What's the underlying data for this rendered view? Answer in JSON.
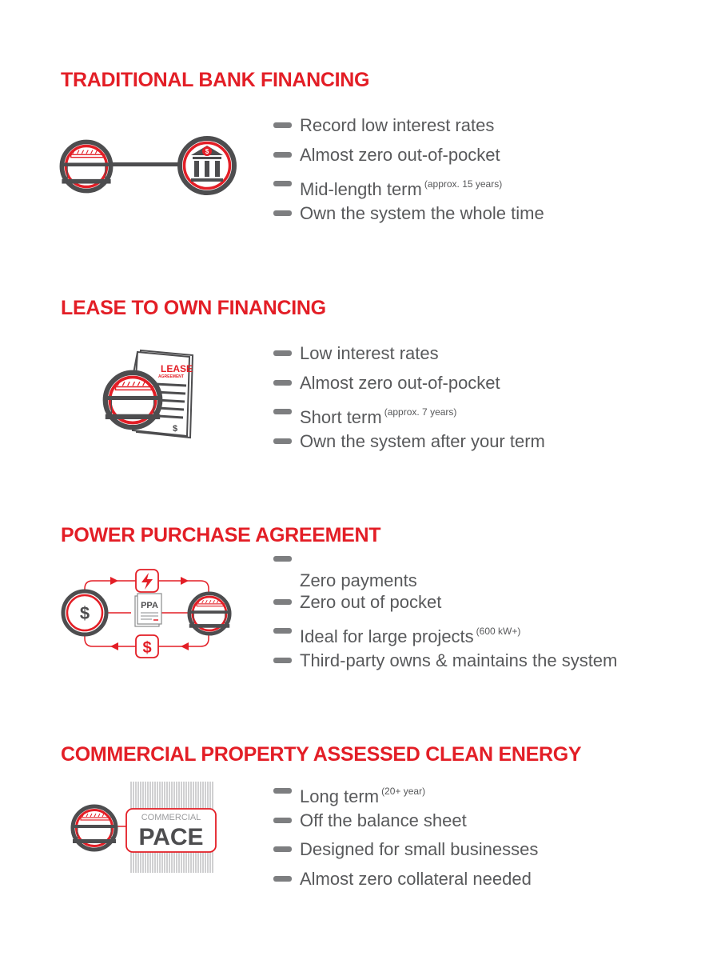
{
  "sections": [
    {
      "title": "TRADITIONAL BANK FINANCING",
      "icon": "solar-panel-to-bank-icon",
      "bullets": [
        {
          "text": "Record low interest rates",
          "note": ""
        },
        {
          "text": "Almost zero out-of-pocket",
          "note": ""
        },
        {
          "text": "Mid-length term",
          "note": "(approx. 15 years)"
        },
        {
          "text": "Own the system the whole time",
          "note": ""
        }
      ]
    },
    {
      "title": "LEASE TO OWN FINANCING",
      "icon": "lease-agreement-icon",
      "icon_labels": {
        "lease": "LEASE",
        "agreement": "AGREEMENT",
        "dollar": "$"
      },
      "bullets": [
        {
          "text": "Low interest rates",
          "note": ""
        },
        {
          "text": "Almost zero out-of-pocket",
          "note": ""
        },
        {
          "text": "Short term",
          "note": "(approx. 7 years)"
        },
        {
          "text": "Own the system after your term",
          "note": ""
        }
      ]
    },
    {
      "title": "POWER PURCHASE AGREEMENT",
      "icon": "ppa-cycle-icon",
      "icon_labels": {
        "ppa": "PPA",
        "dollar": "$"
      },
      "bullets": [
        {
          "text": "Zero payments",
          "note": ""
        },
        {
          "text": "Zero out of pocket",
          "note": ""
        },
        {
          "text": "Ideal for large projects",
          "note": "(600 kW+)"
        },
        {
          "text": "Third-party owns & maintains the system",
          "note": ""
        }
      ]
    },
    {
      "title": "COMMERCIAL PROPERTY ASSESSED CLEAN ENERGY",
      "icon": "commercial-pace-icon",
      "icon_labels": {
        "commercial": "COMMERCIAL",
        "pace": "PACE"
      },
      "bullets": [
        {
          "text": "Long term",
          "note": "(20+ year)"
        },
        {
          "text": "Off the balance sheet",
          "note": ""
        },
        {
          "text": "Designed for small businesses",
          "note": ""
        },
        {
          "text": "Almost zero collateral needed",
          "note": ""
        }
      ]
    }
  ],
  "colors": {
    "accent": "#e31e26",
    "text": "#58595b",
    "dash": "#7d7e80",
    "dark": "#4d4d4f"
  }
}
